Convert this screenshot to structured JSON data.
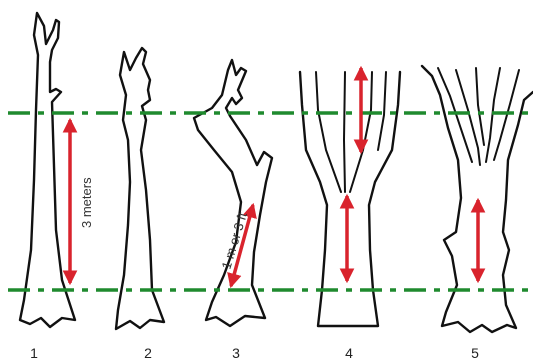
{
  "labels": {
    "height_measure": "3 meters",
    "breast_height": "1 m or 3 ft"
  },
  "tree_numbers": [
    "1",
    "2",
    "3",
    "4",
    "5"
  ],
  "colors": {
    "guide_line": "#1f8a2e",
    "arrow": "#d9232d",
    "outline": "#111111"
  }
}
